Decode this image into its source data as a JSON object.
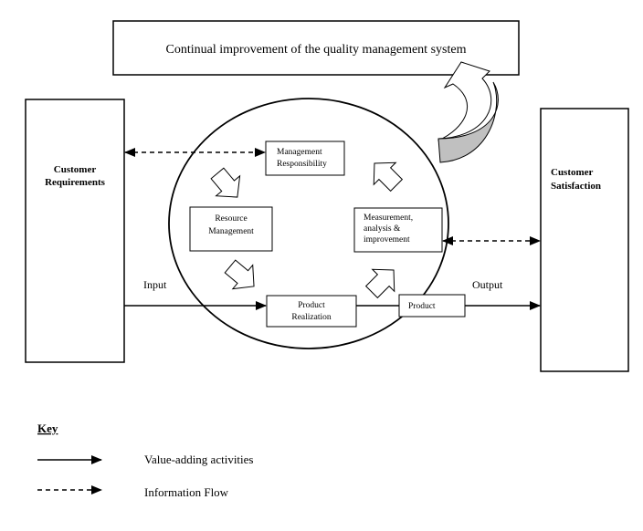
{
  "improvement_box": {
    "label": "Continual improvement of the quality management system"
  },
  "customer_requirements": {
    "line1": "Customer",
    "line2": "Requirements"
  },
  "customer_satisfaction": {
    "line1": "Customer",
    "line2": "Satisfaction"
  },
  "process_boxes": {
    "management": {
      "line1": "Management",
      "line2": "Responsibility"
    },
    "resource": {
      "line1": "Resource",
      "line2": "Management"
    },
    "measurement": {
      "line1": "Measurement,",
      "line2": "analysis &",
      "line3": "improvement"
    },
    "realization": {
      "line1": "Product",
      "line2": "Realization"
    },
    "product": {
      "label": "Product"
    }
  },
  "flow_labels": {
    "input": "Input",
    "output": "Output"
  },
  "key": {
    "title": "Key",
    "solid_label": "Value-adding activities",
    "dashed_label": "Information Flow"
  }
}
